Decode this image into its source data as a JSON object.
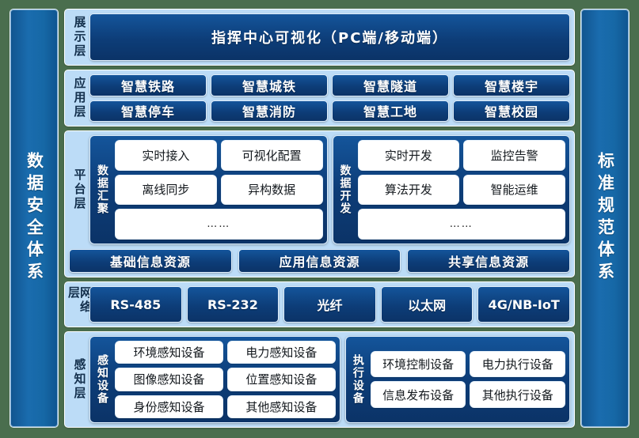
{
  "left_pillar": {
    "label": "数据安全体系"
  },
  "right_pillar": {
    "label": "标准规范体系"
  },
  "layers": {
    "presentation": {
      "label": "展示层",
      "banner": "指挥中心可视化（PC端/移动端）"
    },
    "application": {
      "label": "应用层",
      "items": [
        "智慧铁路",
        "智慧城铁",
        "智慧隧道",
        "智慧楼宇",
        "智慧停车",
        "智慧消防",
        "智慧工地",
        "智慧校园"
      ]
    },
    "platform": {
      "label": "平台层",
      "modules": [
        {
          "title": "数据汇聚",
          "items": [
            "实时接入",
            "可视化配置",
            "离线同步",
            "异构数据"
          ],
          "more": "……"
        },
        {
          "title": "数据开发",
          "items": [
            "实时开发",
            "监控告警",
            "算法开发",
            "智能运维"
          ],
          "more": "……"
        }
      ],
      "resources": [
        "基础信息资源",
        "应用信息资源",
        "共享信息资源"
      ]
    },
    "network": {
      "label": "网络层",
      "items": [
        "RS-485",
        "RS-232",
        "光纤",
        "以太网",
        "4G/NB-IoT"
      ]
    },
    "perception": {
      "label": "感知层",
      "modules": [
        {
          "title": "感知设备",
          "items": [
            "环境感知设备",
            "电力感知设备",
            "图像感知设备",
            "位置感知设备",
            "身份感知设备",
            "其他感知设备"
          ]
        },
        {
          "title": "执行设备",
          "items": [
            "环境控制设备",
            "电力执行设备",
            "信息发布设备",
            "其他执行设备"
          ]
        }
      ]
    }
  },
  "colors": {
    "background": "#4a6e4e",
    "layer_bg": "#bcdcf7",
    "chip_dark": "#0d3d78",
    "pillar": "#1668a6",
    "white_box": "#ffffff"
  }
}
